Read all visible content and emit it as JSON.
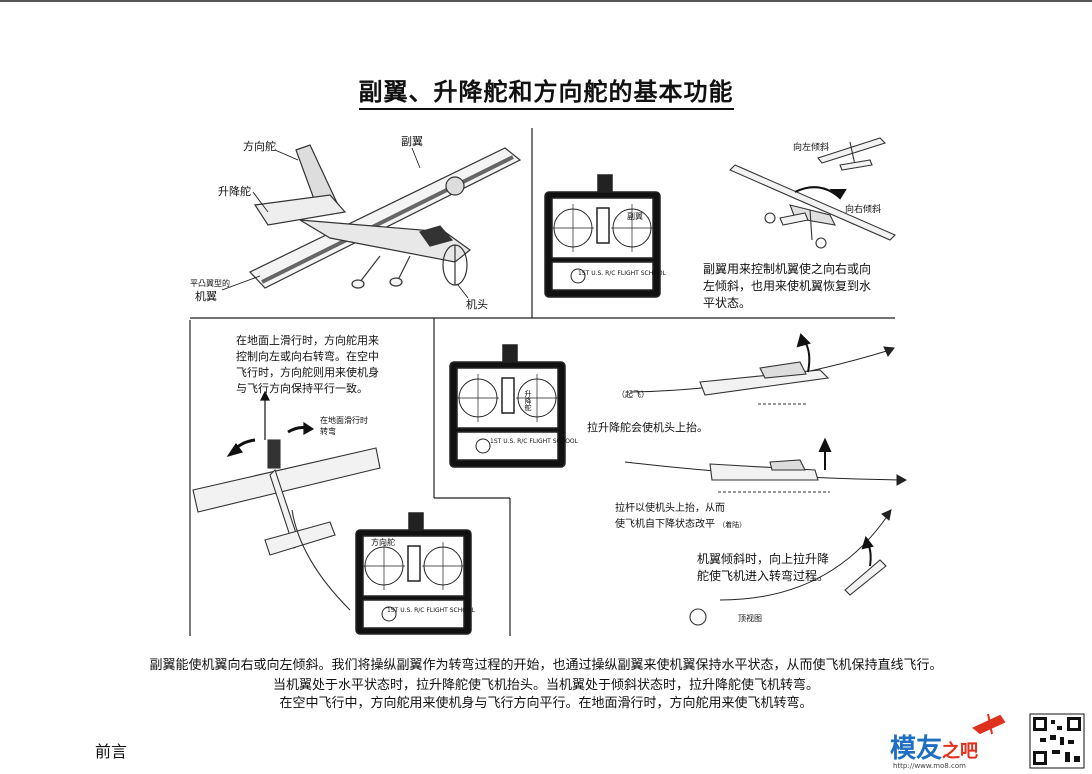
{
  "title": "副翼、升降舵和方向舵的基本功能",
  "panel1": {
    "rudder": "方向舵",
    "aileron": "副翼",
    "elevator": "升降舵",
    "wing_small": "平凸翼型的",
    "wing": "机翼",
    "nose": "机头"
  },
  "panel2": {
    "tx_label": "副翼",
    "school": "1ST U.S. R/C FLIGHT SCHOOL",
    "bank_left": "向左倾斜",
    "bank_right": "向右倾斜",
    "desc": "副翼用来控制机翼使之向右或向\n左倾斜，也用来使机翼恢复到水\n平状态。"
  },
  "panel3": {
    "desc": "在地面上滑行时，方向舵用来\n控制向左或向右转弯。在空中\n飞行时，方向舵则用来使机身\n与飞行方向保持平行一致。",
    "ground_turn": "在地面滑行时\n转弯",
    "tx_label": "方向舵"
  },
  "panel4": {
    "tx_label": "升降舵",
    "takeoff": "（起飞）",
    "elevator_up": "拉升降舵会使机头上抬。",
    "pull_desc_1": "拉杆以使机头上抬，从而",
    "pull_desc_2": "使飞机自下降状态改平",
    "landing": "（着陆）",
    "bank_desc": "机翼倾斜时，向上拉升降\n舵使飞机进入转弯过程。",
    "top_view": "顶视图"
  },
  "caption": [
    "副翼能使机翼向右或向左倾斜。我们将操纵副翼作为转弯过程的开始，也通过操纵副翼来使机翼保持水平状态，从而使飞机保持直线飞行。",
    "当机翼处于水平状态时，拉升降舵使飞机抬头。当机翼处于倾斜状态时，拉升降舵使飞机转弯。",
    "在空中飞行中，方向舵用来使机身与飞行方向平行。在地面滑行时，方向舵用来使飞机转弯。"
  ],
  "footer": {
    "section": "前言",
    "logo_a": "模友",
    "logo_b": "之吧",
    "logo_url": "http://www.mo8.com"
  }
}
